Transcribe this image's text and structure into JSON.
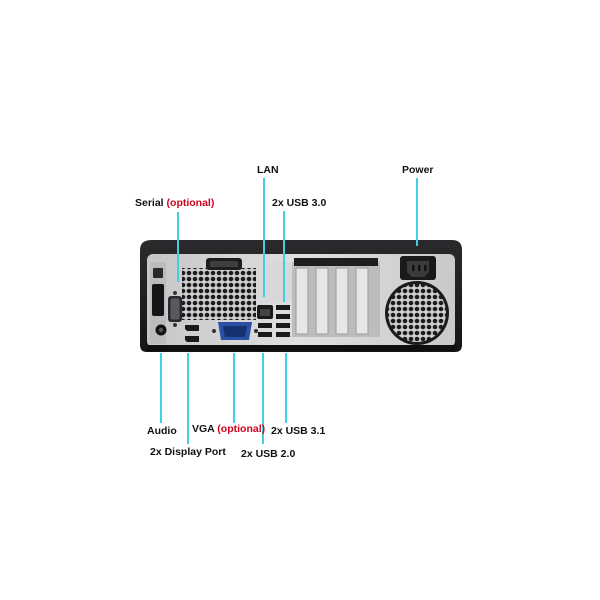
{
  "labels": {
    "lan": "LAN",
    "power": "Power",
    "serial": "Serial",
    "serial_optional": "(optional)",
    "usb30": "2x USB 3.0",
    "audio": "Audio",
    "vga": "VGA",
    "vga_optional": "(optional)",
    "usb31": "2x USB 3.1",
    "displayport": "2x Display Port",
    "usb20": "2x USB 2.0"
  },
  "colors": {
    "callout_line": "#3fd0e6",
    "optional_text": "#d0021b",
    "chassis": "#1c1c1e",
    "panel": "#d6d6d8"
  }
}
